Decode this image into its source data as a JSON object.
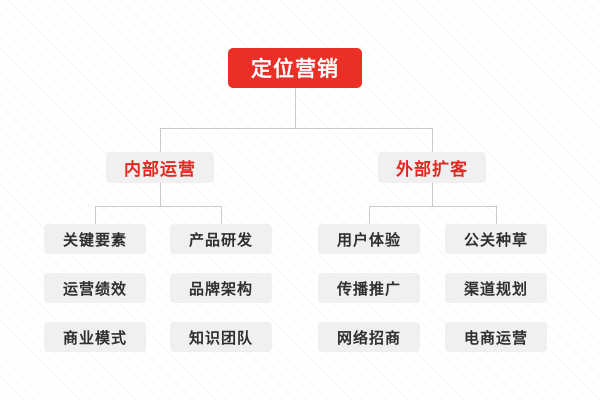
{
  "diagram": {
    "title": "定位营销",
    "root": {
      "label": "定位营销",
      "color": "#ea2f26",
      "text_color": "#ffffff"
    },
    "branches": [
      {
        "label": "内部运营",
        "text_color": "#e02a20",
        "box_color": "#f0f0f0",
        "leaves": [
          "关键要素",
          "产品研发",
          "运营绩效",
          "品牌架构",
          "商业模式",
          "知识团队"
        ]
      },
      {
        "label": "外部扩客",
        "text_color": "#e02a20",
        "box_color": "#f0f0f0",
        "leaves": [
          "用户体验",
          "公关种草",
          "传播推广",
          "渠道规划",
          "网络招商",
          "电商运营"
        ]
      }
    ],
    "leaf_text_color": "#2f2f2f",
    "connector_color": "#c9c9c9",
    "background_color": "#ffffff"
  }
}
